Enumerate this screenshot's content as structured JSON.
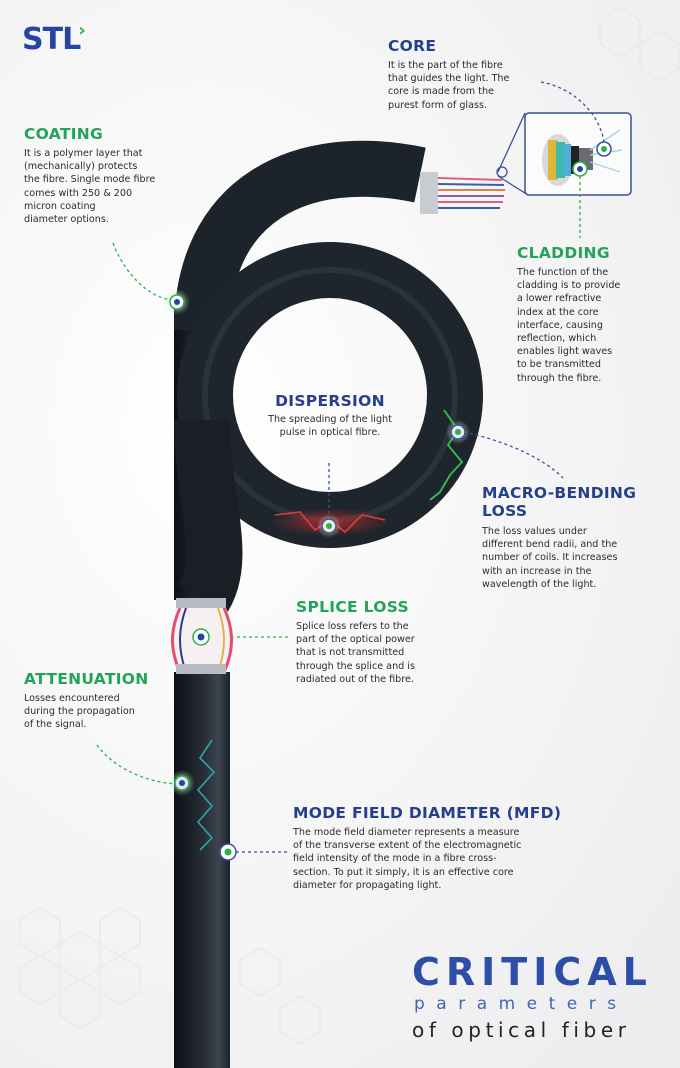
{
  "brand": {
    "logo_text": "STL",
    "logo_accent": "›",
    "primary_color": "#2446a0",
    "accent_color": "#2bb04a"
  },
  "title": {
    "line1": "CRITICAL",
    "line2": "parameters",
    "line3": "of optical fiber"
  },
  "parameters": {
    "core": {
      "heading": "CORE",
      "text": "It is the part of the fibre\nthat guides the light. The\ncore is made from the\npurest form of glass.",
      "heading_color": "#263f8c"
    },
    "coating": {
      "heading": "COATING",
      "text": "It is a polymer layer that\n(mechanically) protects\nthe fibre. Single mode fibre\ncomes with 250 & 200\nmicron coating\ndiameter options.",
      "heading_color": "#23a35a"
    },
    "cladding": {
      "heading": "CLADDING",
      "text": "The function of the\ncladding is to provide\na lower refractive\nindex at the core\ninterface, causing\nreflection, which\nenables light waves\nto be transmitted\nthrough the fibre.",
      "heading_color": "#23a35a"
    },
    "dispersion": {
      "heading": "DISPERSION",
      "text": "The spreading of the light\npulse in optical fibre.",
      "heading_color": "#263f8c"
    },
    "macro_bending": {
      "heading_line1": "MACRO-BENDING",
      "heading_line2": "LOSS",
      "text": "The loss values under\ndifferent bend radii, and the\nnumber of coils. It increases\nwith an increase in the\nwavelength of the light.",
      "heading_color": "#263f8c"
    },
    "splice_loss": {
      "heading": "SPLICE LOSS",
      "text": "Splice loss refers to the\npart of the optical power\nthat is not transmitted\nthrough the splice and is\nradiated out of the fibre.",
      "heading_color": "#23a35a"
    },
    "attenuation": {
      "heading": "ATTENUATION",
      "text": "Losses encountered\nduring the propagation\nof the signal.",
      "heading_color": "#23a35a"
    },
    "mfd": {
      "heading": "MODE FIELD DIAMETER (MFD)",
      "text": "The mode field diameter represents a measure\nof the transverse extent of the electromagnetic\nfield intensity of the mode in a fibre cross-\nsection. To put it simply, it is an effective core\ndiameter for propagating light.",
      "heading_color": "#263f8c"
    }
  },
  "icons": {
    "marker": "glowing-dot-marker",
    "signal_wave": "zigzag-wave",
    "cable": "fibre-optic-cable",
    "inset": "cable-cross-section-inset"
  }
}
